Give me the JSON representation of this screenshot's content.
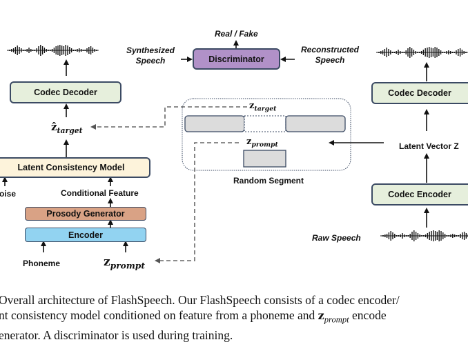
{
  "left": {
    "codec_decoder": "Codec Decoder",
    "z_hat_target": {
      "symbol": "ẑ",
      "sub": "target"
    },
    "latent_consistency_model": "Latent Consistency Model",
    "noise": "oise",
    "conditional_feature": "Conditional Feature",
    "prosody_generator": "Prosody Generator",
    "encoder": "Encoder",
    "phoneme": "Phoneme",
    "z_prompt": {
      "symbol": "z",
      "sub": "prompt"
    }
  },
  "center": {
    "real_fake": "Real / Fake",
    "synthesized_speech": [
      "Synthesized",
      "Speech"
    ],
    "discriminator": "Discriminator",
    "reconstructed_speech": [
      "Reconstructed",
      "Speech"
    ],
    "z_target": {
      "symbol": "z",
      "sub": "target"
    },
    "z_prompt": {
      "symbol": "z",
      "sub": "prompt"
    },
    "random_segment": "Random Segment"
  },
  "right": {
    "codec_decoder": "Codec Decoder",
    "latent_vector": "Latent Vector Z",
    "codec_encoder": "Codec Encoder",
    "raw_speech": "Raw Speech"
  },
  "caption": {
    "line1": "Overall architecture of FlashSpeech. Our FlashSpeech consists of a codec encoder/",
    "line2_pre": "nt consistency model conditioned on feature from a phoneme and ",
    "line2_sym": "z",
    "line2_sub": "prompt",
    "line2_post": " encode",
    "line3": "enerator. A discriminator is used during training."
  },
  "colors": {
    "box_border": "#3b4a63",
    "codec_green": "#e6efdc",
    "lcm_cream": "#fdf3db",
    "prosody_orange": "#d9a285",
    "encoder_blue": "#92d3f1",
    "discriminator_purple": "#b191c8",
    "segment_gray": "#dcdcdc",
    "dashed_gray": "#666666"
  }
}
